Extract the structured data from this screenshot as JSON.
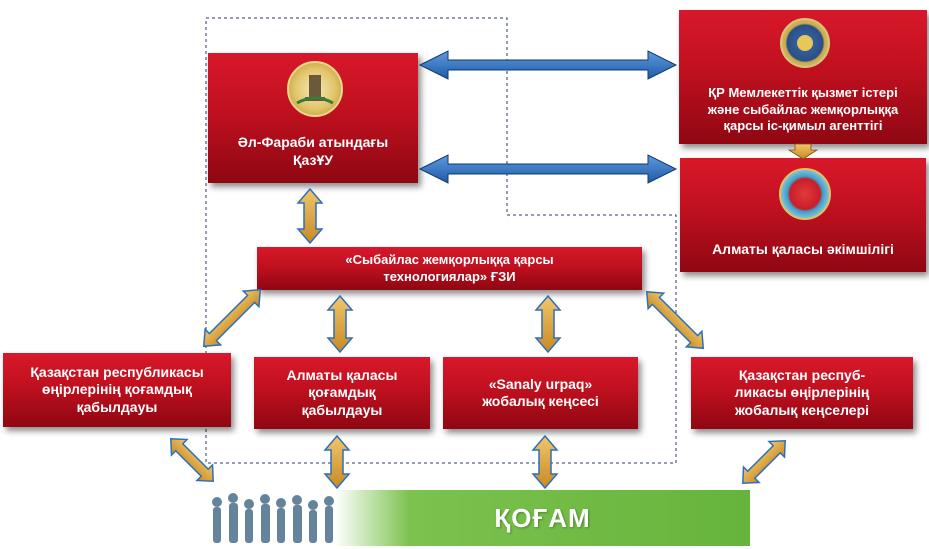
{
  "nodes": {
    "kaznu": "Әл-Фараби атындағы\nҚазҰУ",
    "agency": "ҚР Мемлекеттік қызмет істері\nжәне сыбайлас жемқорлыққа\nқарсы іс-қимыл агенттігі",
    "akimat": "Алматы қаласы әкімшілігі",
    "institute": "«Сыбайлас жемқорлыққа қарсы\nтехнологиялар» ҒЗИ",
    "regions_reception": "Қазақстан республикасы\nөңірлерінің қоғамдық\nқабылдауы",
    "almaty_reception": "Алматы қаласы\nқоғамдық\nқабылдауы",
    "sanaly_urpaq": "«Sanaly urpaq»\nжобалық кеңсесі",
    "regions_offices": "Қазақстан респуб-\nликасы өңірлерінің\nжобалық кеңселері"
  },
  "society_label": "ҚОҒАМ",
  "colors": {
    "box_red": "#c0101f",
    "arrow_blue": "#2c6fbf",
    "arrow_gold": "#d9a33a",
    "society_green": "#66b43c"
  },
  "icons": {
    "kaznu_emblem": "university-emblem-icon",
    "agency_emblem": "agency-emblem-icon",
    "akimat_emblem": "almaty-emblem-icon",
    "people": "people-crowd-icon"
  }
}
